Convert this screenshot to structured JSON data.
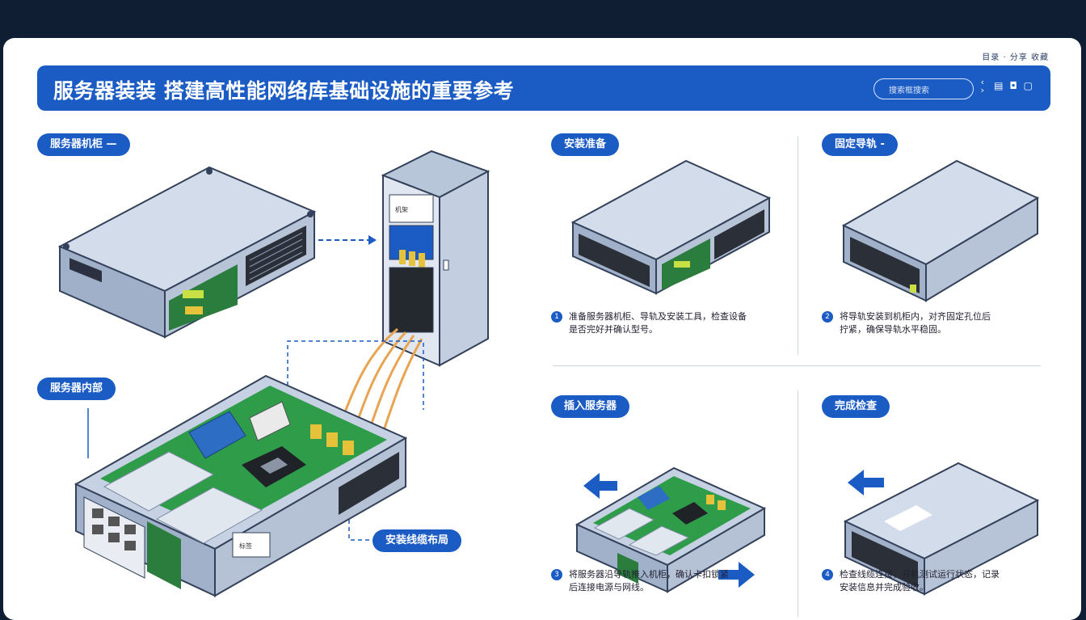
{
  "header": {
    "title": "服务器装装 搭建高性能网络库基础设施的重要参考",
    "search_placeholder": "搜索框搜索",
    "top_links": "目录 · 分享 收藏",
    "icons": [
      "search-icon",
      "user-icon",
      "menu-icon"
    ]
  },
  "left": {
    "section1_label": "服务器机柜 —",
    "section2_label": "服务器内部",
    "section3_label": "安装线缆布局",
    "rack_label": "机架",
    "server_tag": "标签"
  },
  "right": {
    "panels": [
      {
        "label": "安装准备",
        "step_number": "1",
        "step_text": "准备服务器机柜、导轨及安装工具，检查设备\n是否完好并确认型号。"
      },
      {
        "label": "固定导轨 -",
        "step_number": "2",
        "step_text": "将导轨安装到机柜内，对齐固定孔位后\n拧紧，确保导轨水平稳固。"
      },
      {
        "label": "插入服务器",
        "step_number": "3",
        "step_text": "将服务器沿导轨推入机柜，确认卡扣锁紧\n后连接电源与网线。"
      },
      {
        "label": "完成检查",
        "step_number": "4",
        "step_text": "检查线缆连接，开机测试运行状态，记录\n安装信息并完成验收。"
      }
    ]
  },
  "colors": {
    "primary_blue": "#1a5bc4",
    "server_body": "#cdd7e6",
    "pcb_green": "#2f9c4a",
    "cable_orange": "#e8a451",
    "background_dark": "#0f1e33"
  }
}
